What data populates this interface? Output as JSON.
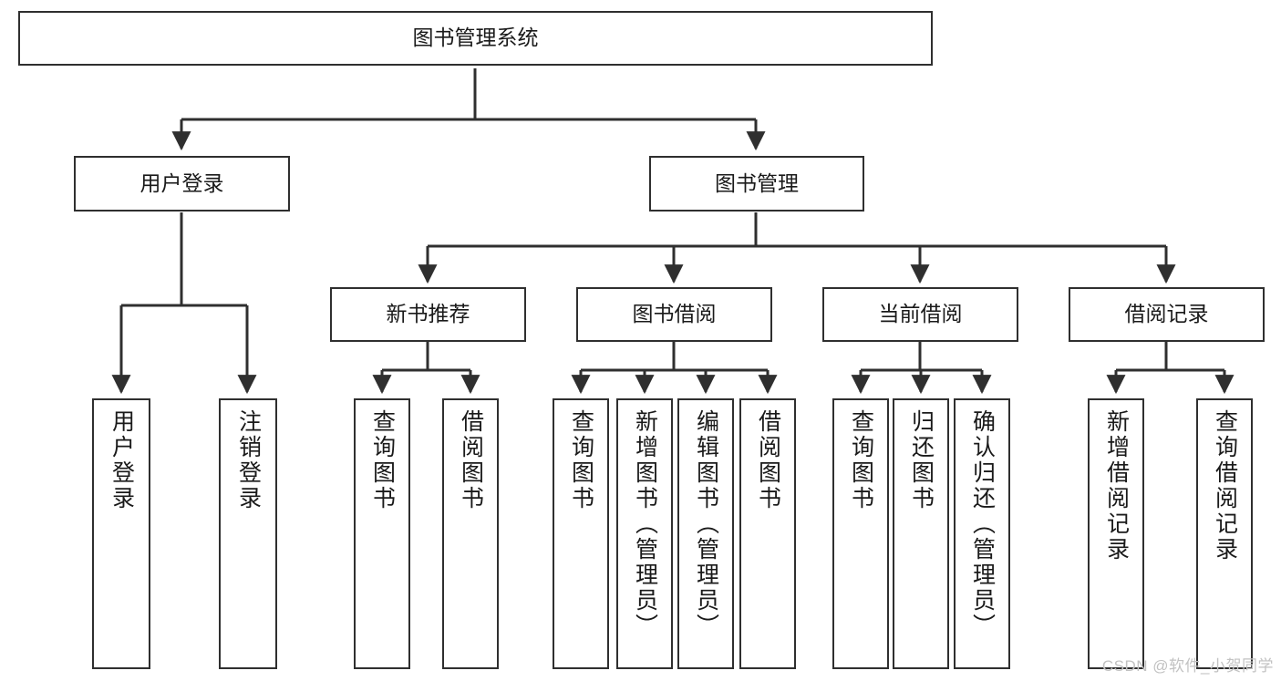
{
  "diagram": {
    "type": "hierarchy-tree",
    "title": "图书管理系统",
    "orientation": "top-down",
    "watermark": "CSDN @软件_小贺同学",
    "colors": {
      "background": "#ffffff",
      "box_border": "#2f2f2f",
      "box_fill": "#ffffff",
      "connector": "#2f2f2f",
      "text": "#1a1a1a",
      "watermark": "#c2c2c2"
    },
    "levels": {
      "level0": "系统",
      "level1": "模块",
      "level2": "子模块",
      "level3": "功能"
    },
    "root": {
      "id": "root",
      "label": "图书管理系统"
    },
    "level1": [
      {
        "id": "user-login",
        "label": "用户登录"
      },
      {
        "id": "book-manage",
        "label": "图书管理"
      }
    ],
    "level2": [
      {
        "id": "new-book-recommend",
        "label": "新书推荐",
        "parent": "book-manage"
      },
      {
        "id": "book-borrow",
        "label": "图书借阅",
        "parent": "book-manage"
      },
      {
        "id": "current-borrow",
        "label": "当前借阅",
        "parent": "book-manage"
      },
      {
        "id": "borrow-record",
        "label": "借阅记录",
        "parent": "book-manage"
      }
    ],
    "leaves": [
      {
        "id": "leaf-user-login",
        "label": "用户登录",
        "parent": "user-login"
      },
      {
        "id": "leaf-user-logout",
        "label": "注销登录",
        "parent": "user-login"
      },
      {
        "id": "leaf-query-book-1",
        "label": "查询图书",
        "parent": "new-book-recommend"
      },
      {
        "id": "leaf-borrow-book-1",
        "label": "借阅图书",
        "parent": "new-book-recommend"
      },
      {
        "id": "leaf-query-book-2",
        "label": "查询图书",
        "parent": "book-borrow"
      },
      {
        "id": "leaf-add-book",
        "label": "新增图书（管理员）",
        "parent": "book-borrow"
      },
      {
        "id": "leaf-edit-book",
        "label": "编辑图书（管理员）",
        "parent": "book-borrow"
      },
      {
        "id": "leaf-borrow-book-2",
        "label": "借阅图书",
        "parent": "book-borrow"
      },
      {
        "id": "leaf-query-book-3",
        "label": "查询图书",
        "parent": "current-borrow"
      },
      {
        "id": "leaf-return-book",
        "label": "归还图书",
        "parent": "current-borrow"
      },
      {
        "id": "leaf-confirm-return",
        "label": "确认归还（管理员）",
        "parent": "current-borrow"
      },
      {
        "id": "leaf-add-record",
        "label": "新增借阅记录",
        "parent": "borrow-record"
      },
      {
        "id": "leaf-query-record",
        "label": "查询借阅记录",
        "parent": "borrow-record"
      }
    ]
  }
}
